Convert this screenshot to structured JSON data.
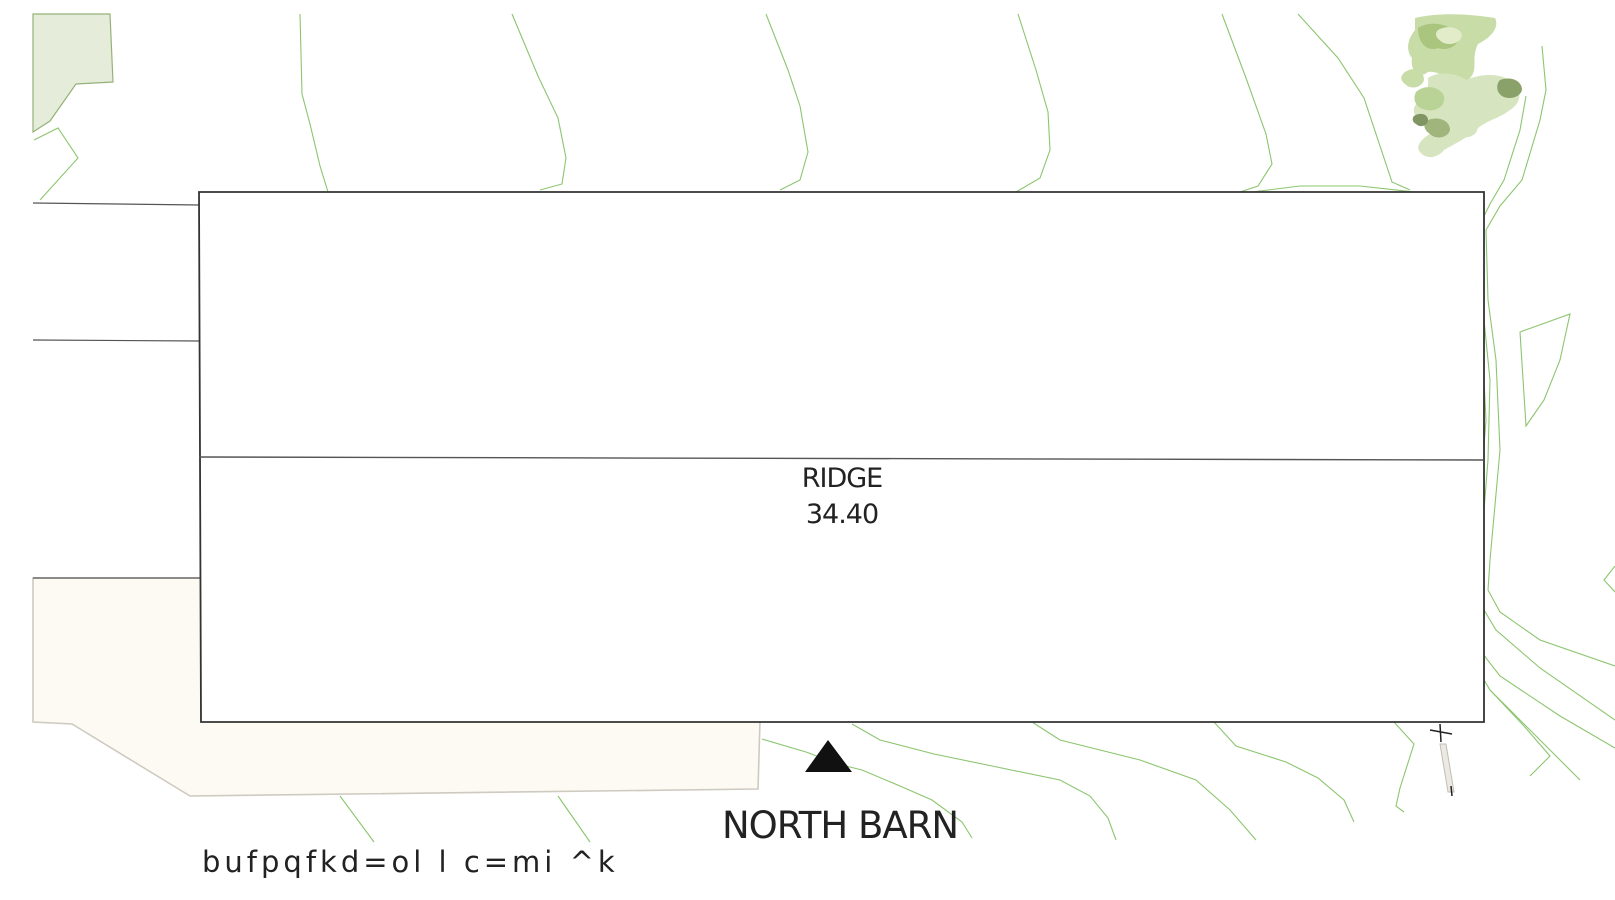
{
  "plan": {
    "ridge_label": "RIDGE",
    "ridge_level": "34.40",
    "building_label": "NORTH BARN",
    "garbled_annotation": "bufpqfkd=ol l c=mi ^k",
    "colors": {
      "contour": "#8cc56f",
      "outline": "#333333",
      "paved_area": "#fdfaf3",
      "lawn": "#e5ecd9",
      "tree_canopy": "#b9d295"
    },
    "icons": {
      "north_marker": "triangle-icon",
      "survey_pin": "survey-pin-icon"
    }
  }
}
